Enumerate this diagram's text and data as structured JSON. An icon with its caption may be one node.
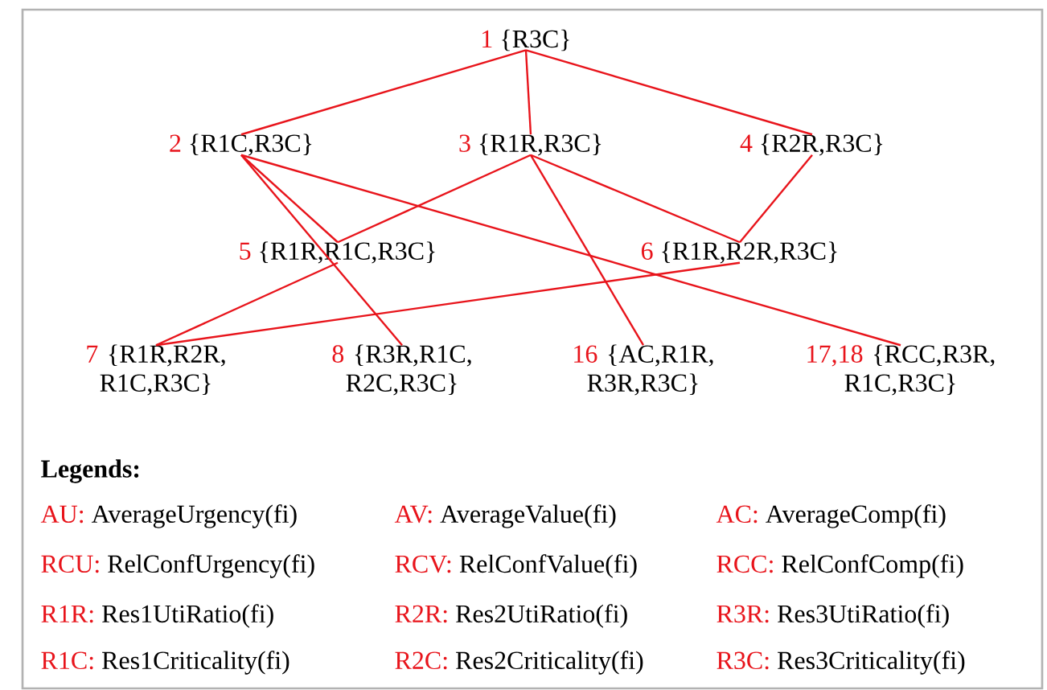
{
  "diagram": {
    "nodes": [
      {
        "text": [
          "1",
          "{R3C}"
        ]
      },
      {
        "text": [
          "2",
          "{R1C,R3C}"
        ]
      },
      {
        "text": [
          "3",
          "{R1R,R3C}"
        ]
      },
      {
        "text": [
          "4",
          "{R2R,R3C}"
        ]
      },
      {
        "text": [
          "5",
          "{R1R,R1C,R3C}"
        ]
      },
      {
        "text": [
          "6",
          "{R1R,R2R,R3C}"
        ]
      },
      {
        "text": [
          "7",
          "{R1R,R2R, R1C,R3C}"
        ]
      },
      {
        "text": [
          "8",
          "{R3R,R1C, R2C,R3C}"
        ]
      },
      {
        "text": [
          "16",
          "{AC,R1R, R3R,R3C}"
        ]
      },
      {
        "text": [
          "17,18",
          "{RCC,R3R, R1C,R3C}"
        ]
      }
    ],
    "edges": [
      {
        "from": 0,
        "to": 1,
        "arrow": "none"
      },
      {
        "from": 0,
        "to": 2,
        "arrow": "none"
      },
      {
        "from": 0,
        "to": 3,
        "arrow": "none"
      },
      {
        "from": 1,
        "to": 4,
        "arrow": "none"
      },
      {
        "from": 2,
        "to": 4,
        "arrow": "none"
      },
      {
        "from": 2,
        "to": 5,
        "arrow": "none"
      },
      {
        "from": 3,
        "to": 5,
        "arrow": "none"
      },
      {
        "from": 1,
        "to": 7,
        "arrow": "none"
      },
      {
        "from": 1,
        "to": 9,
        "arrow": "none"
      },
      {
        "from": 2,
        "to": 8,
        "arrow": "none"
      },
      {
        "from": 4,
        "to": 6,
        "arrow": "none"
      },
      {
        "from": 5,
        "to": 6,
        "arrow": "none"
      }
    ],
    "labels": [
      "Legends:",
      "AU:",
      "AverageUrgency(fi)",
      "AV:",
      "AverageValue(fi)",
      "AC:",
      "AverageComp(fi)",
      "RCU:",
      "RelConfUrgency(fi)",
      "RCV:",
      "RelConfValue(fi)",
      "RCC:",
      "RelConfComp(fi)",
      "R1R:",
      "Res1UtiRatio(fi)",
      "R2R:",
      "Res2UtiRatio(fi)",
      "R3R:",
      "Res3UtiRatio(fi)",
      "R1C:",
      "Res1Criticality(fi)",
      "R2C:",
      "Res2Criticality(fi)",
      "R3C:",
      "Res3Criticality(fi)"
    ]
  }
}
